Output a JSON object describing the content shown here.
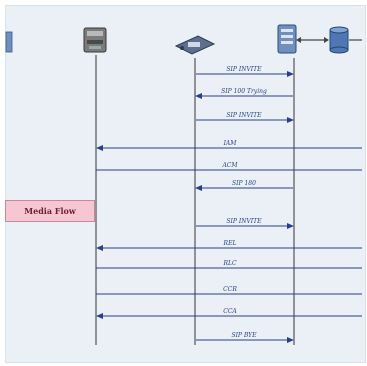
{
  "colors": {
    "background": "#eaf0f6",
    "lifeline": "#555555",
    "message": "#2a3f8a",
    "media_flow_fill": "#f6c6d2"
  },
  "entities": [
    {
      "name": "partial-left-node",
      "icon": "server-icon"
    },
    {
      "name": "gateway-node",
      "icon": "gateway-icon"
    },
    {
      "name": "ip-phone-node",
      "icon": "ip-phone-icon"
    },
    {
      "name": "server-node",
      "icon": "server-icon"
    },
    {
      "name": "database-node",
      "icon": "database-icon"
    }
  ],
  "media_flow_label": "Media Flow",
  "messages": [
    {
      "label": "SIP INVITE",
      "from": "ip-phone",
      "to": "server"
    },
    {
      "label": "SIP 100 Trying",
      "from": "server",
      "to": "ip-phone"
    },
    {
      "label": "SIP INVITE",
      "from": "ip-phone",
      "to": "server"
    },
    {
      "label": "IAM",
      "from": "right",
      "to": "gateway"
    },
    {
      "label": "ACM",
      "from": "gateway",
      "to": "right"
    },
    {
      "label": "SIP 180",
      "from": "server",
      "to": "ip-phone"
    },
    {
      "label": "SIP INVITE",
      "from": "ip-phone",
      "to": "server"
    },
    {
      "label": "REL",
      "from": "right",
      "to": "gateway"
    },
    {
      "label": "RLC",
      "from": "gateway",
      "to": "right"
    },
    {
      "label": "CCR",
      "from": "gateway",
      "to": "right"
    },
    {
      "label": "CCA",
      "from": "right",
      "to": "gateway"
    },
    {
      "label": "SIP BYE",
      "from": "ip-phone",
      "to": "server"
    }
  ]
}
